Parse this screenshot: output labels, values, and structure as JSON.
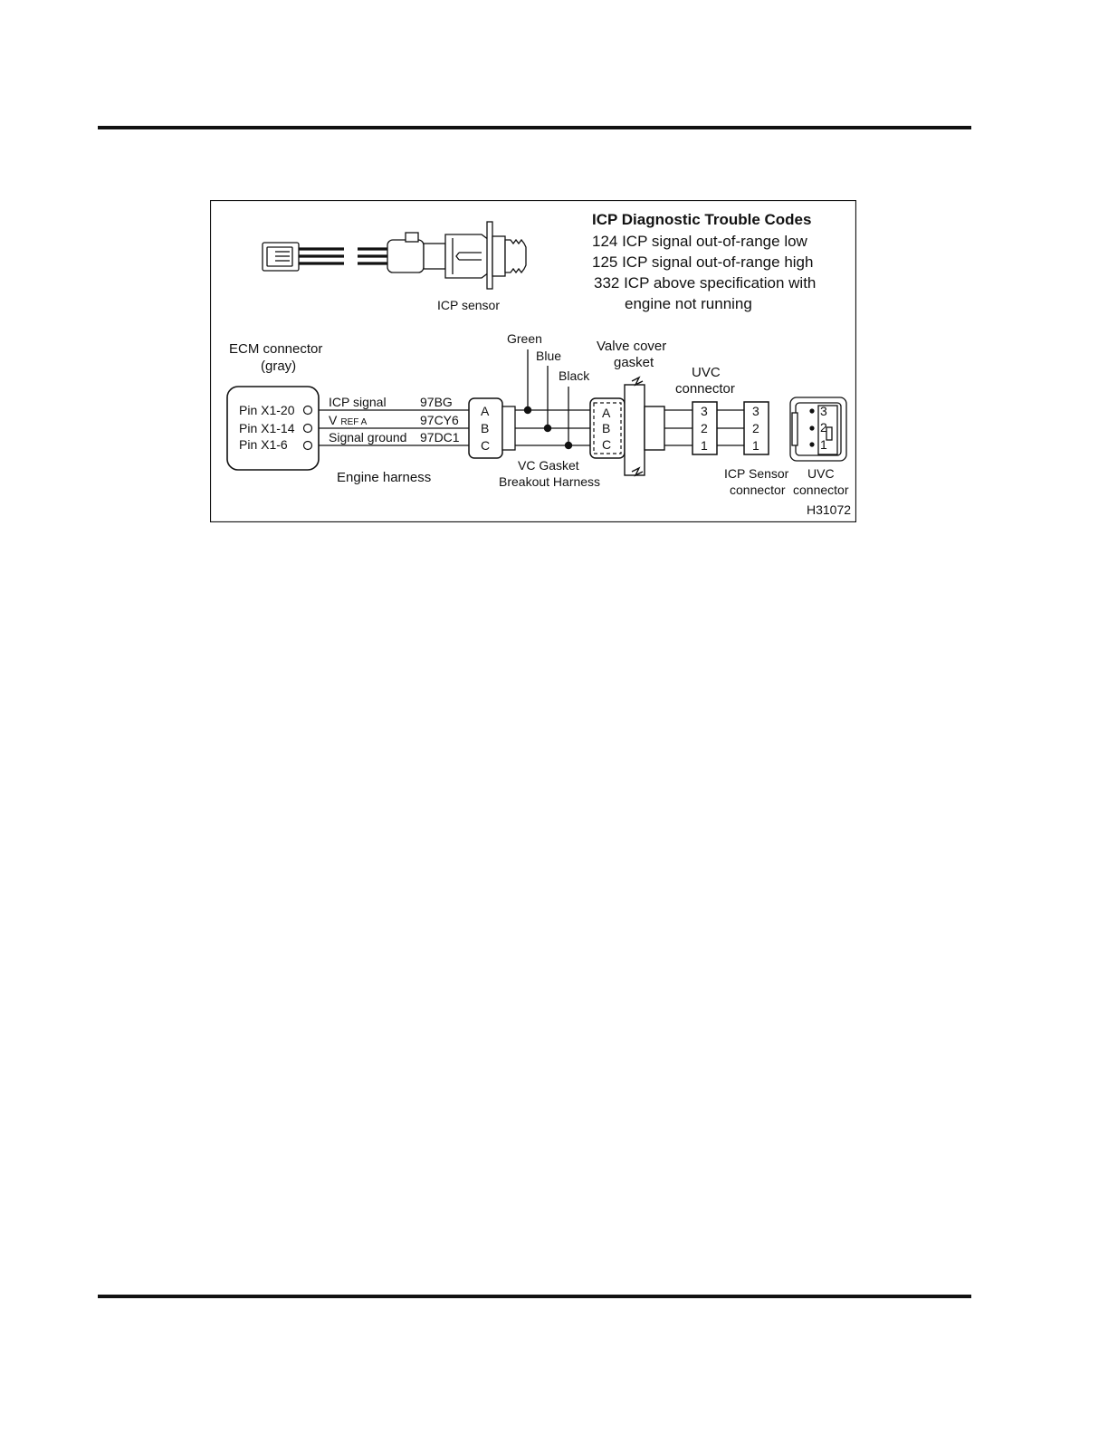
{
  "dtc": {
    "title": "ICP Diagnostic Trouble Codes",
    "codes": [
      "124 ICP signal out-of-range low",
      "125 ICP signal out-of-range high",
      "332 ICP above specification with",
      "engine not running"
    ]
  },
  "sensor": {
    "label": "ICP sensor"
  },
  "ecm": {
    "title": "ECM connector",
    "subtitle": "(gray)",
    "pins": [
      "Pin X1-20",
      "Pin X1-14",
      "Pin X1-6"
    ]
  },
  "circuits": [
    {
      "name": "ICP signal",
      "code": "97BG"
    },
    {
      "name_main": "V",
      "name_sub": "REF A",
      "code": "97CY6"
    },
    {
      "name": "Signal ground",
      "code": "97DC1"
    }
  ],
  "harness": {
    "engine": "Engine harness",
    "breakout_1": "VC Gasket",
    "breakout_2": "Breakout Harness"
  },
  "wires": {
    "green": "Green",
    "blue": "Blue",
    "black": "Black"
  },
  "gasket": {
    "line1": "Valve cover",
    "line2": "gasket"
  },
  "uvc_top": {
    "line1": "UVC",
    "line2": "connector"
  },
  "abc_letters": [
    "A",
    "B",
    "C"
  ],
  "numbers": [
    "3",
    "2",
    "1"
  ],
  "icp_sensor_connector": {
    "line1": "ICP Sensor",
    "line2": "connector"
  },
  "uvc_bottom": {
    "line1": "UVC",
    "line2": "connector"
  },
  "figure_id": "H31072"
}
